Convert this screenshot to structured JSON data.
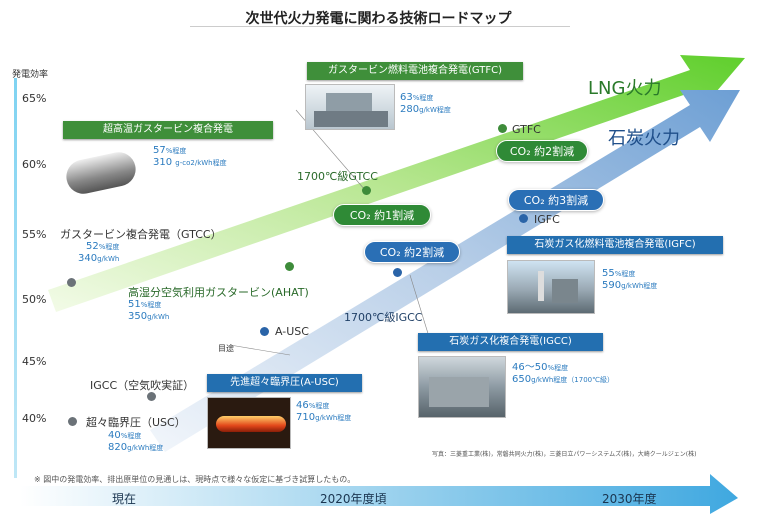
{
  "title": "次世代火力発電に関わる技術ロードマップ",
  "y_axis": {
    "label": "発電効率",
    "ticks": [
      "65%",
      "60%",
      "55%",
      "50%",
      "45%",
      "40%"
    ]
  },
  "arrows": {
    "lng_label": "LNG火力",
    "coal_label": "石炭火力"
  },
  "lng": {
    "gtfc_box": "ガスタービン燃料電池複合発電(GTFC)",
    "gtfc_eff": "63",
    "gtfc_eff_unit": "%程度",
    "gtfc_co2": "280",
    "gtfc_co2_unit": "g/kW程度",
    "gtfc_point": "GTFC",
    "gtfc_pill": "CO₂ 約2割減",
    "ultra_box": "超高温ガスタービン複合発電",
    "ultra_eff": "57",
    "ultra_eff_unit": "%程度",
    "ultra_co2": "310",
    "ultra_co2_unit": "g-co2/kWh程度",
    "gtcc1700_point": "1700℃級GTCC",
    "gtcc1700_pill": "CO₂ 約1割減",
    "gtcc_label": "ガスタービン複合発電（GTCC）",
    "gtcc_eff": "52",
    "gtcc_eff_unit": "%程度",
    "gtcc_co2": "340",
    "gtcc_co2_unit": "g/kWh",
    "ahat_label": "高湿分空気利用ガスタービン(AHAT)",
    "ahat_eff": "51",
    "ahat_eff_unit": "%程度",
    "ahat_co2": "350",
    "ahat_co2_unit": "g/kWh"
  },
  "coal": {
    "pill3": "CO₂ 約3割減",
    "igfc_point": "IGFC",
    "igfc_box": "石炭ガス化燃料電池複合発電(IGFC)",
    "igfc_eff": "55",
    "igfc_eff_unit": "%程度",
    "igfc_co2": "590",
    "igfc_co2_unit": "g/kWh程度",
    "pill2": "CO₂ 約2割減",
    "igcc1700_point": "1700℃級IGCC",
    "igcc_box": "石炭ガス化複合発電(IGCC)",
    "igcc_eff": "46～50",
    "igcc_eff_unit": "%程度",
    "igcc_co2": "650",
    "igcc_co2_unit": "g/kWh程度（1700℃級）",
    "ausc_point": "A-USC",
    "target_label": "目途",
    "ausc_box": "先進超々臨界圧(A-USC)",
    "ausc_eff": "46",
    "ausc_eff_unit": "%程度",
    "ausc_co2": "710",
    "ausc_co2_unit": "g/kWh程度",
    "igcc_air_label": "IGCC（空気吹実証）",
    "usc_label": "超々臨界圧（USC）",
    "usc_eff": "40",
    "usc_eff_unit": "%程度",
    "usc_co2": "820",
    "usc_co2_unit": "g/kWh程度"
  },
  "photo_credit": "写真：三菱重工業(株)，常磐共同火力(株)，三菱日立パワーシステムズ(株)，大崎クールジェン(株)",
  "footnote": "※ 図中の発電効率、排出原単位の見通しは、現時点で様々な仮定に基づき試算したもの。",
  "timeline": {
    "now": "現在",
    "mid": "2020年度頃",
    "end": "2030年度"
  },
  "colors": {
    "lng_arrow": "#6fd23f",
    "coal_arrow": "#7fa9d6",
    "green_box": "#3f8f3a",
    "blue_box": "#236fb0",
    "timeline": "#5ab4e0"
  }
}
